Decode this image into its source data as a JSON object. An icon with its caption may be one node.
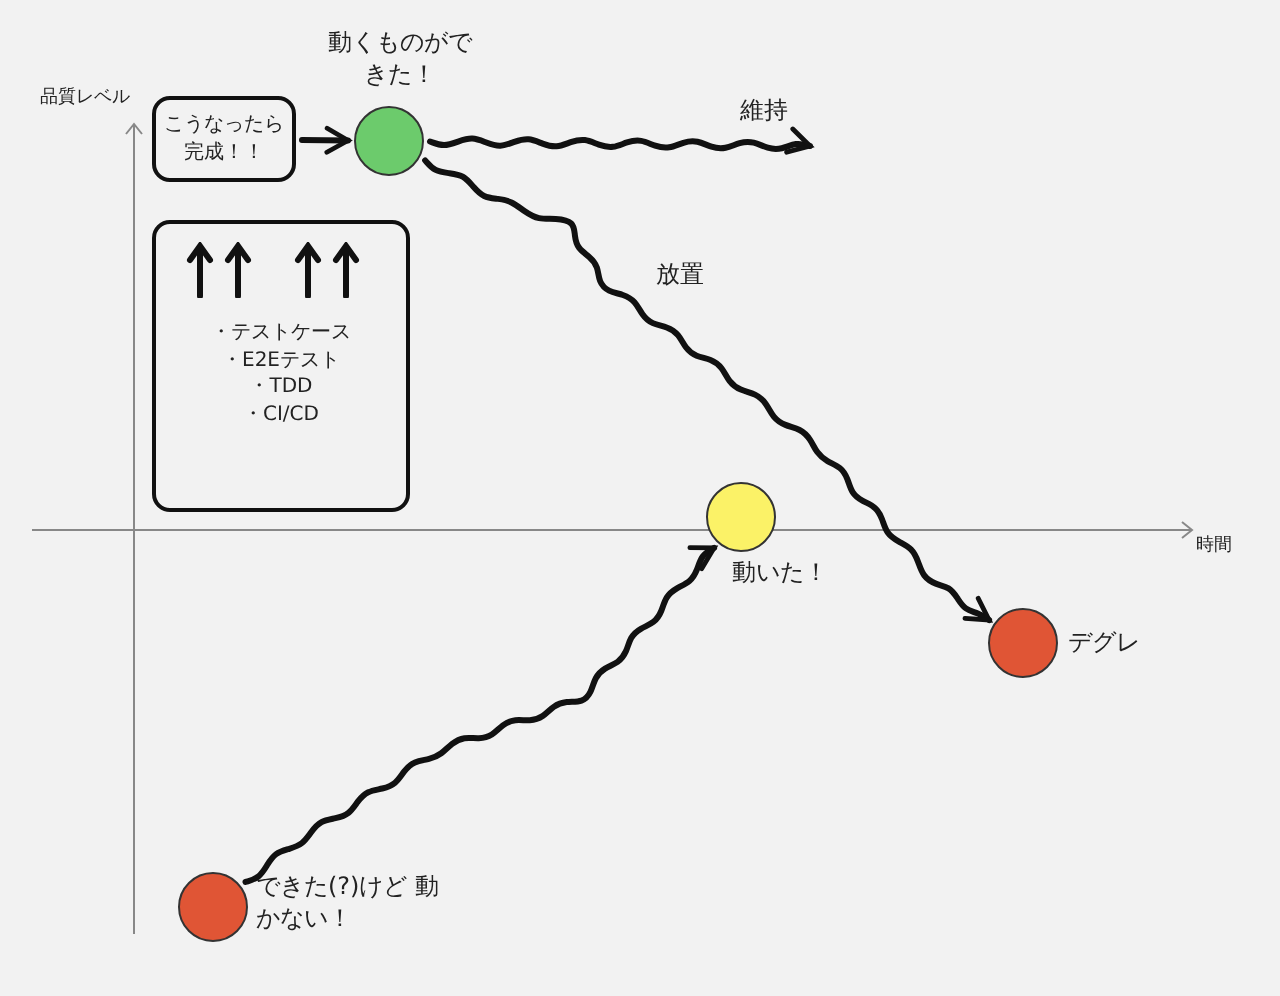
{
  "diagram": {
    "nodes": [
      {
        "text": [
          "こうなったら完成！！"
        ]
      },
      {
        "text": [],
        "shape": "circle",
        "beside": [
          "動くものができた！"
        ]
      },
      {
        "text": [
          "・テストケース",
          "・E2Eテスト",
          "・TDD",
          "・CI/CD"
        ]
      },
      {
        "text": [],
        "shape": "circle",
        "beside": [
          "動いた！"
        ]
      },
      {
        "text": [],
        "shape": "circle",
        "beside": [
          "デグレ"
        ]
      },
      {
        "text": [],
        "shape": "circle",
        "beside": [
          "できた(?)けど 動かない！"
        ]
      }
    ],
    "edges": [
      {
        "from": 0,
        "to": 1,
        "arrow": "to"
      },
      {
        "from": 1,
        "to": null,
        "arrow": "to",
        "label": "維持"
      },
      {
        "from": 1,
        "to": 4,
        "arrow": "to",
        "label": "放置"
      },
      {
        "from": 5,
        "to": 3,
        "arrow": "to"
      }
    ],
    "labels": [
      "品質レベル",
      "時間"
    ]
  }
}
